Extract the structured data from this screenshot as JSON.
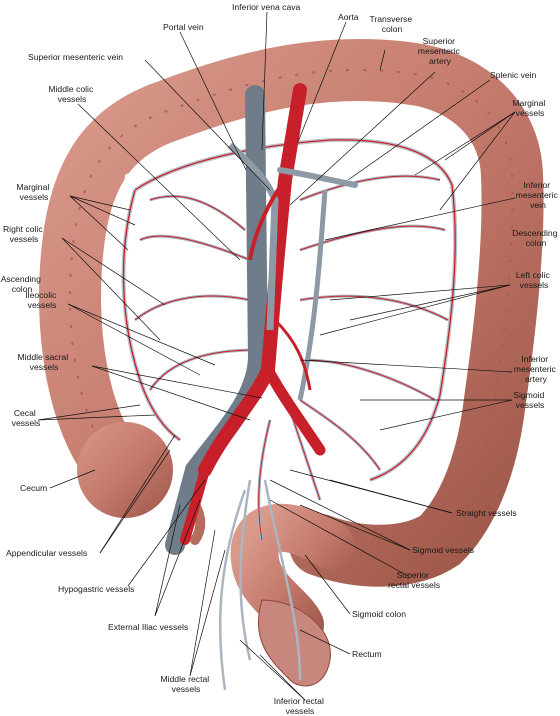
{
  "labels": {
    "inferior_vena_cava": "Inferior vena cava",
    "aorta": "Aorta",
    "portal_vein": "Portal vein",
    "transverse_colon": [
      "Transverse",
      "colon"
    ],
    "superior_mesenteric_vein": "Superior mesenteric vein",
    "superior_mesenteric_artery": [
      "Superior",
      "mesenteric",
      "artery"
    ],
    "splenic_vein": "Splenic vein",
    "middle_colic_vessels": [
      "Middle colic",
      "vessels"
    ],
    "marginal_vessels_right": [
      "Marginal",
      "vessels"
    ],
    "marginal_vessels_left": [
      "Marginal",
      "vessels"
    ],
    "inferior_mesenteric_vein": [
      "Inferior",
      "mesenteric",
      "vein"
    ],
    "right_colic_vessels": [
      "Right colic",
      "vessels"
    ],
    "descending_colon": [
      "Descending",
      "colon"
    ],
    "ascending_colon": [
      "Ascending",
      "colon"
    ],
    "left_colic_vessels": [
      "Left colic",
      "vessels"
    ],
    "ileocolic_vessels": [
      "Ileocolic",
      "vessels"
    ],
    "middle_sacral_vessels": [
      "Middle sacral",
      "vessels"
    ],
    "inferior_mesenteric_artery": [
      "Inferior",
      "mesenteric",
      "artery"
    ],
    "sigmoid_vessels_right": [
      "Sigmoid",
      "vessels"
    ],
    "cecal_vessels": [
      "Cecal",
      "vessels"
    ],
    "cecum": "Cecum",
    "straight_vessels": "Straight vessels",
    "appendicular_vessels": "Appendicular vessels",
    "sigmoid_vessels_bottom": "Sigmoid vessels",
    "superior_rectal_vessels": [
      "Superior",
      "rectal vessels"
    ],
    "hypogastric_vessels": "Hypogastric vessels",
    "sigmoid_colon": "Sigmoid colon",
    "external_iliac_vessels": "External Iliac vessels",
    "rectum": "Rectum",
    "middle_rectal_vessels": [
      "Middle rectal",
      "vessels"
    ],
    "inferior_rectal_vessels": [
      "Inferior rectal",
      "vessels"
    ]
  },
  "colors": {
    "colon": "#c98377",
    "colon_dark": "#8e463c",
    "artery": "#c8202a",
    "vein": "#7f8c98",
    "vein_light": "#b9c3cc"
  }
}
